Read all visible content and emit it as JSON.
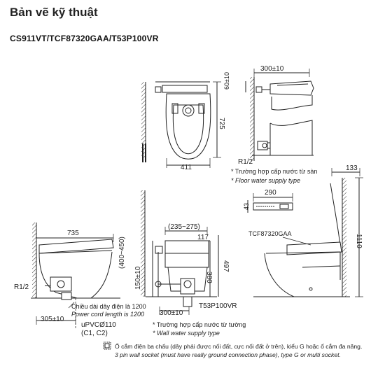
{
  "header": {
    "title": "Bản vẽ kỹ thuật",
    "model": "CS911VT/TCF87320GAA/T53P100VR"
  },
  "top_view": {
    "depth": "725",
    "width": "411"
  },
  "floor_supply_detail": {
    "dim_wall": "300±10",
    "dim_height": "60±10",
    "r_label": "R1/2",
    "note_vi": "* Trường hợp cấp nước từ sàn",
    "note_en": "* Floor water supply type"
  },
  "socket_detail": {
    "width": "290",
    "height": "43"
  },
  "right_side_view": {
    "top_offset": "133",
    "height": "1110",
    "seat_label": "TCF87320GAA"
  },
  "left_side_view": {
    "length": "735",
    "r_label": "R1/2",
    "dim_bottom": "305±10",
    "cord_vi": "Chiều dài dây điện là 1200",
    "cord_en": "Power cord length is 1200",
    "pipe": "uPVCØ110",
    "pipe_note": "(C1, C2)"
  },
  "front_view": {
    "range": "(235~275)",
    "dim_117": "117",
    "dim_400_450": "(400~450)",
    "dim_380": "380",
    "dim_497": "497",
    "dim_150": "150±10",
    "dim_300": "300±10",
    "valve_label": "T53P100VR",
    "note_vi": "* Trường hợp cấp nước từ tường",
    "note_en": "* Wall water supply type"
  },
  "footer": {
    "note_vi": "Ổ cắm điện ba chấu (dây phải được nối đất, cực nối đất ở trên), kiểu G hoặc ổ cắm đa năng.",
    "note_en": "3 pin wall socket (must have really ground connection phase), type G or multi socket."
  }
}
